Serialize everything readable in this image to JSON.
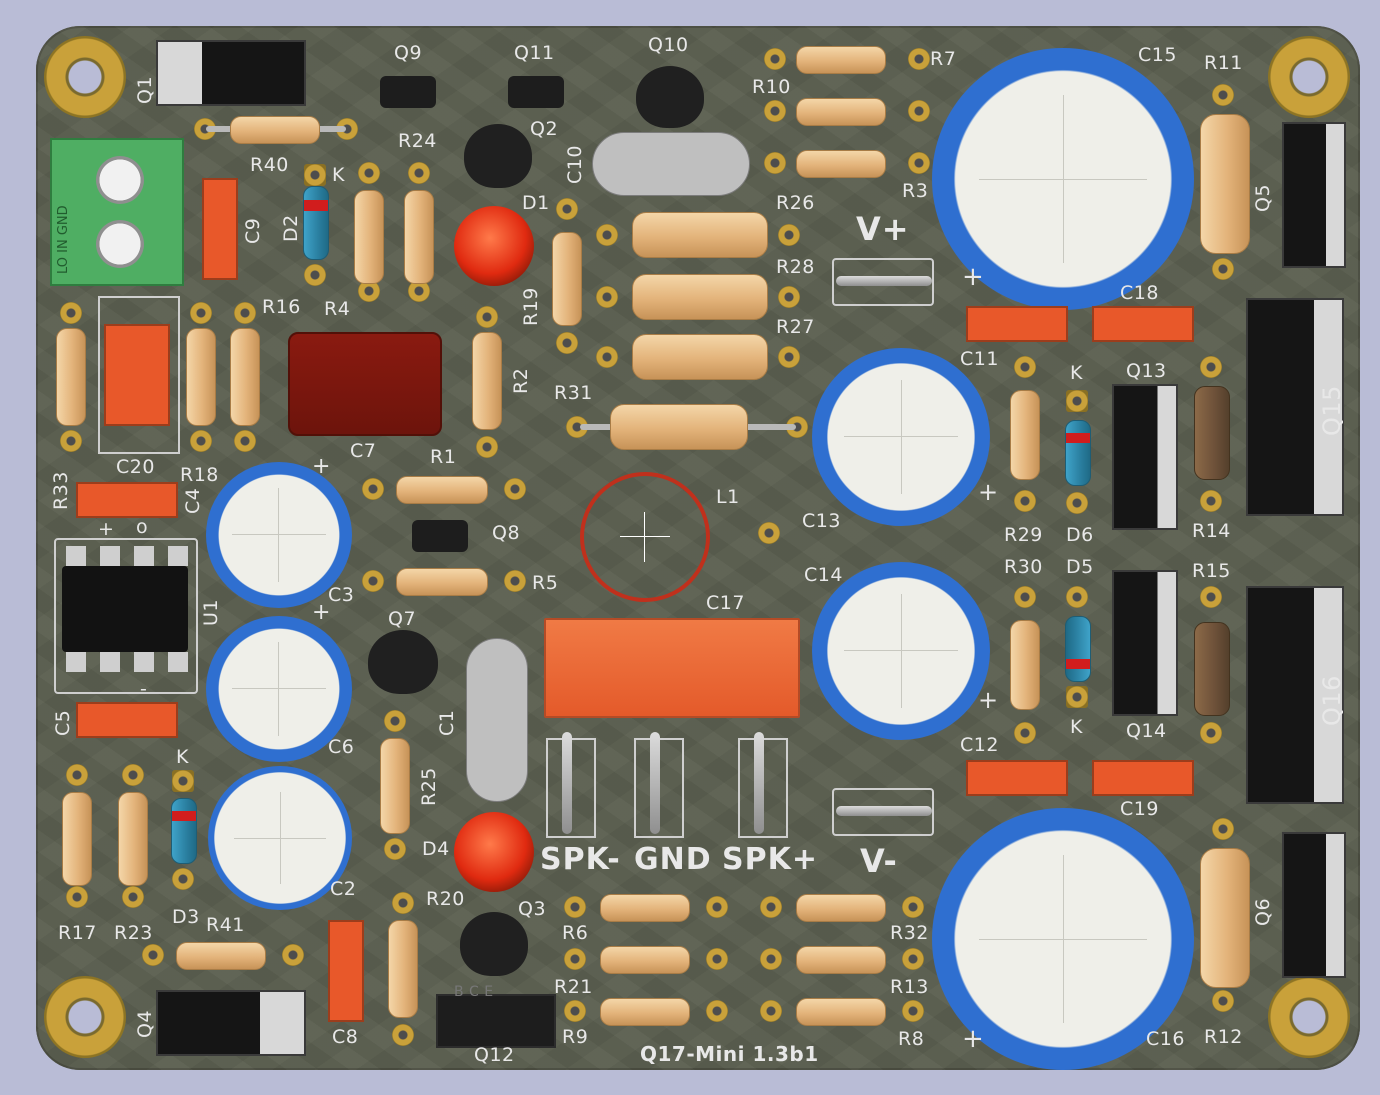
{
  "board": {
    "title": "Q17-Mini 1.3b1",
    "terminal_labels": [
      "SPK-",
      "GND",
      "SPK+"
    ],
    "rail_labels": {
      "positive": "V+",
      "negative": "V-"
    },
    "input_connector_text": "LO IN GND"
  },
  "refs": {
    "Q1": "Q1",
    "Q2": "Q2",
    "Q3": "Q3",
    "Q4": "Q4",
    "Q5": "Q5",
    "Q6": "Q6",
    "Q7": "Q7",
    "Q8": "Q8",
    "Q9": "Q9",
    "Q10": "Q10",
    "Q11": "Q11",
    "Q12": "Q12",
    "Q13": "Q13",
    "Q14": "Q14",
    "Q15": "Q15",
    "Q16": "Q16",
    "R1": "R1",
    "R2": "R2",
    "R3": "R3",
    "R4": "R4",
    "R5": "R5",
    "R6": "R6",
    "R7": "R7",
    "R8": "R8",
    "R9": "R9",
    "R10": "R10",
    "R11": "R11",
    "R12": "R12",
    "R13": "R13",
    "R14": "R14",
    "R15": "R15",
    "R16": "R16",
    "R17": "R17",
    "R18": "R18",
    "R19": "R19",
    "R20": "R20",
    "R21": "R21",
    "R23": "R23",
    "R24": "R24",
    "R25": "R25",
    "R26": "R26",
    "R27": "R27",
    "R28": "R28",
    "R29": "R29",
    "R30": "R30",
    "R31": "R31",
    "R32": "R32",
    "R33": "R33",
    "R40": "R40",
    "R41": "R41",
    "C1": "C1",
    "C2": "C2",
    "C3": "C3",
    "C4": "C4",
    "C5": "C5",
    "C6": "C6",
    "C7": "C7",
    "C8": "C8",
    "C9": "C9",
    "C10": "C10",
    "C11": "C11",
    "C12": "C12",
    "C13": "C13",
    "C14": "C14",
    "C15": "C15",
    "C16": "C16",
    "C17": "C17",
    "C18": "C18",
    "C19": "C19",
    "C20": "C20",
    "D1": "D1",
    "D2": "D2",
    "D3": "D3",
    "D4": "D4",
    "D5": "D5",
    "D6": "D6",
    "L1": "L1",
    "U1": "U1",
    "K": "K",
    "plus": "+",
    "minus": "-",
    "o": "o",
    "Q12_pins": "B  C  E"
  },
  "colors": {
    "board": "#5a5e4f",
    "background": "#b9bcd6",
    "silkscreen": "#e8e8e8",
    "pad_gold": "#c9a13a",
    "film_cap": "#e45a2a",
    "electrolytic_blue": "#2f6fd0",
    "resistor_body": "#e3b37a",
    "led_red": "#e02a10"
  }
}
